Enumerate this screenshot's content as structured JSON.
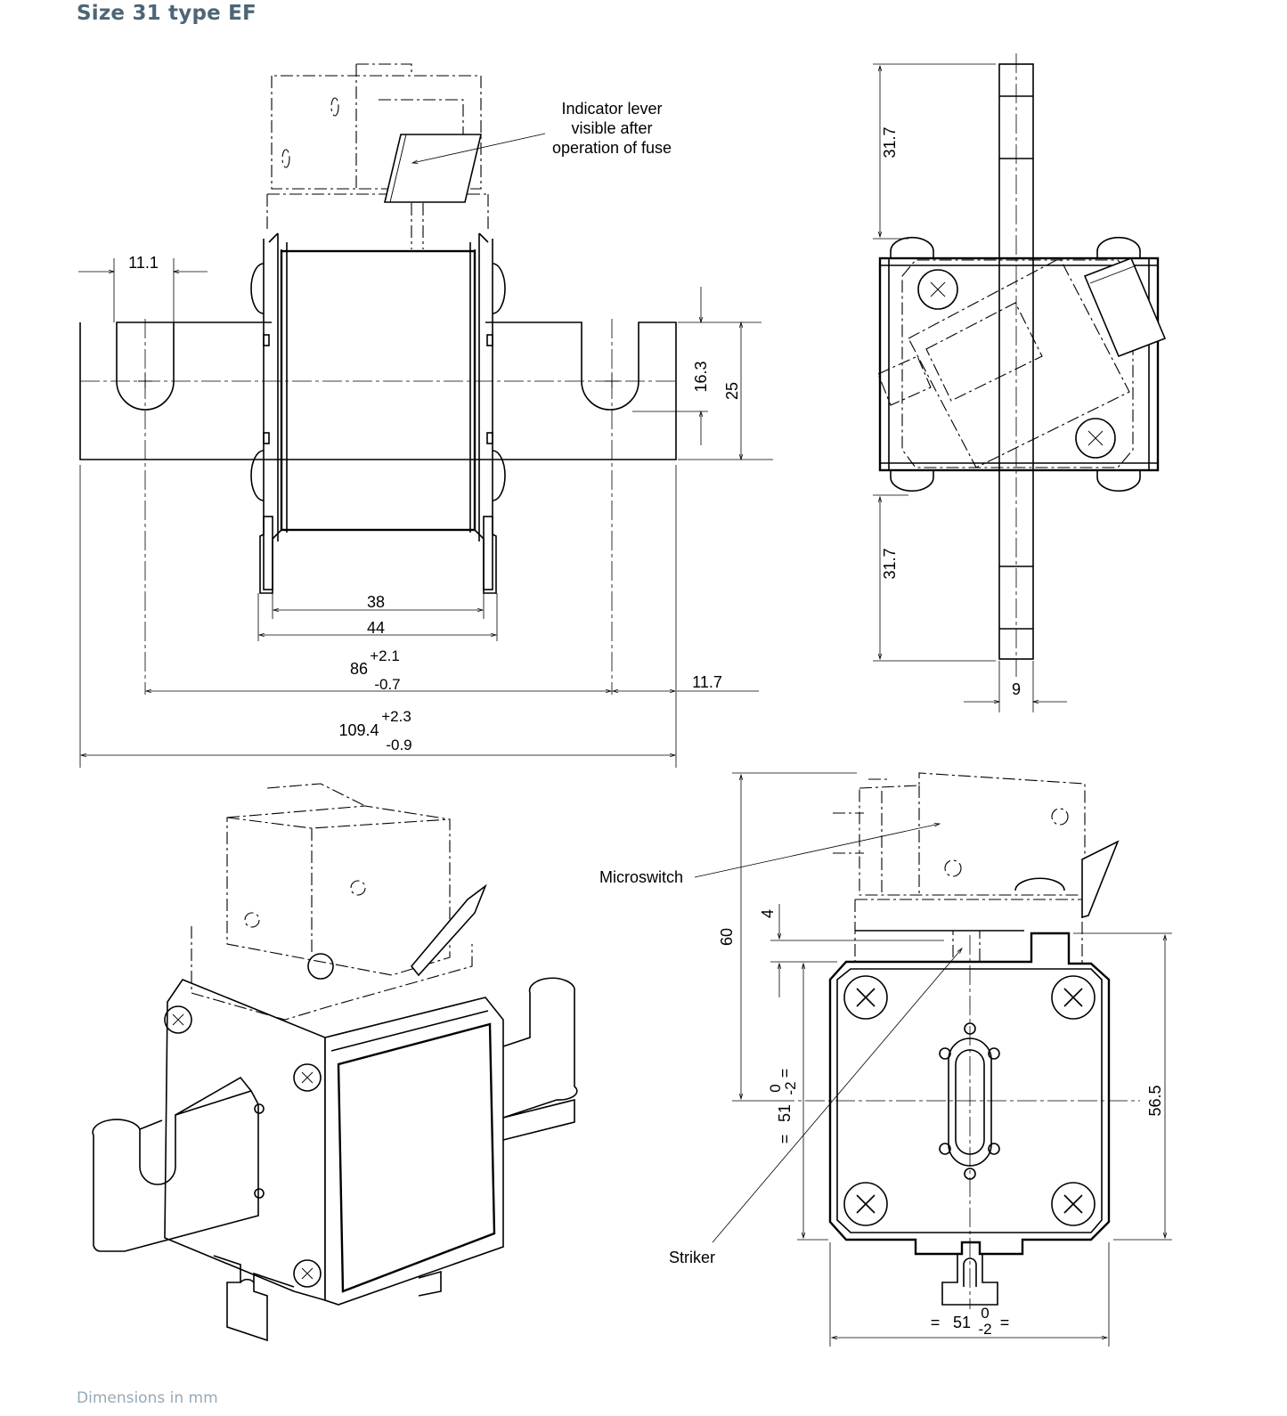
{
  "title": "Size 31 type EF",
  "footer": "Dimensions in mm",
  "labels": {
    "indicator_1": "Indicator lever",
    "indicator_2": "visible after",
    "indicator_3": "operation of fuse",
    "microswitch": "Microswitch",
    "striker": "Striker"
  },
  "dims": {
    "d_11_1": "11.1",
    "d_16_3": "16.3",
    "d_25": "25",
    "d_38": "38",
    "d_44": "44",
    "d_86": "86",
    "d_86_up": "+2.1",
    "d_86_lo": "-0.7",
    "d_11_7": "11.7",
    "d_109_4": "109.4",
    "d_109_up": "+2.3",
    "d_109_lo": "-0.9",
    "d_31_7_top": "31.7",
    "d_31_7_bot": "31.7",
    "d_9": "9",
    "d_60": "60",
    "d_4": "4",
    "d_56_5": "56.5",
    "d_eq": "=",
    "d_51": "51",
    "d_51_up": "0",
    "d_51_lo": "-2"
  }
}
